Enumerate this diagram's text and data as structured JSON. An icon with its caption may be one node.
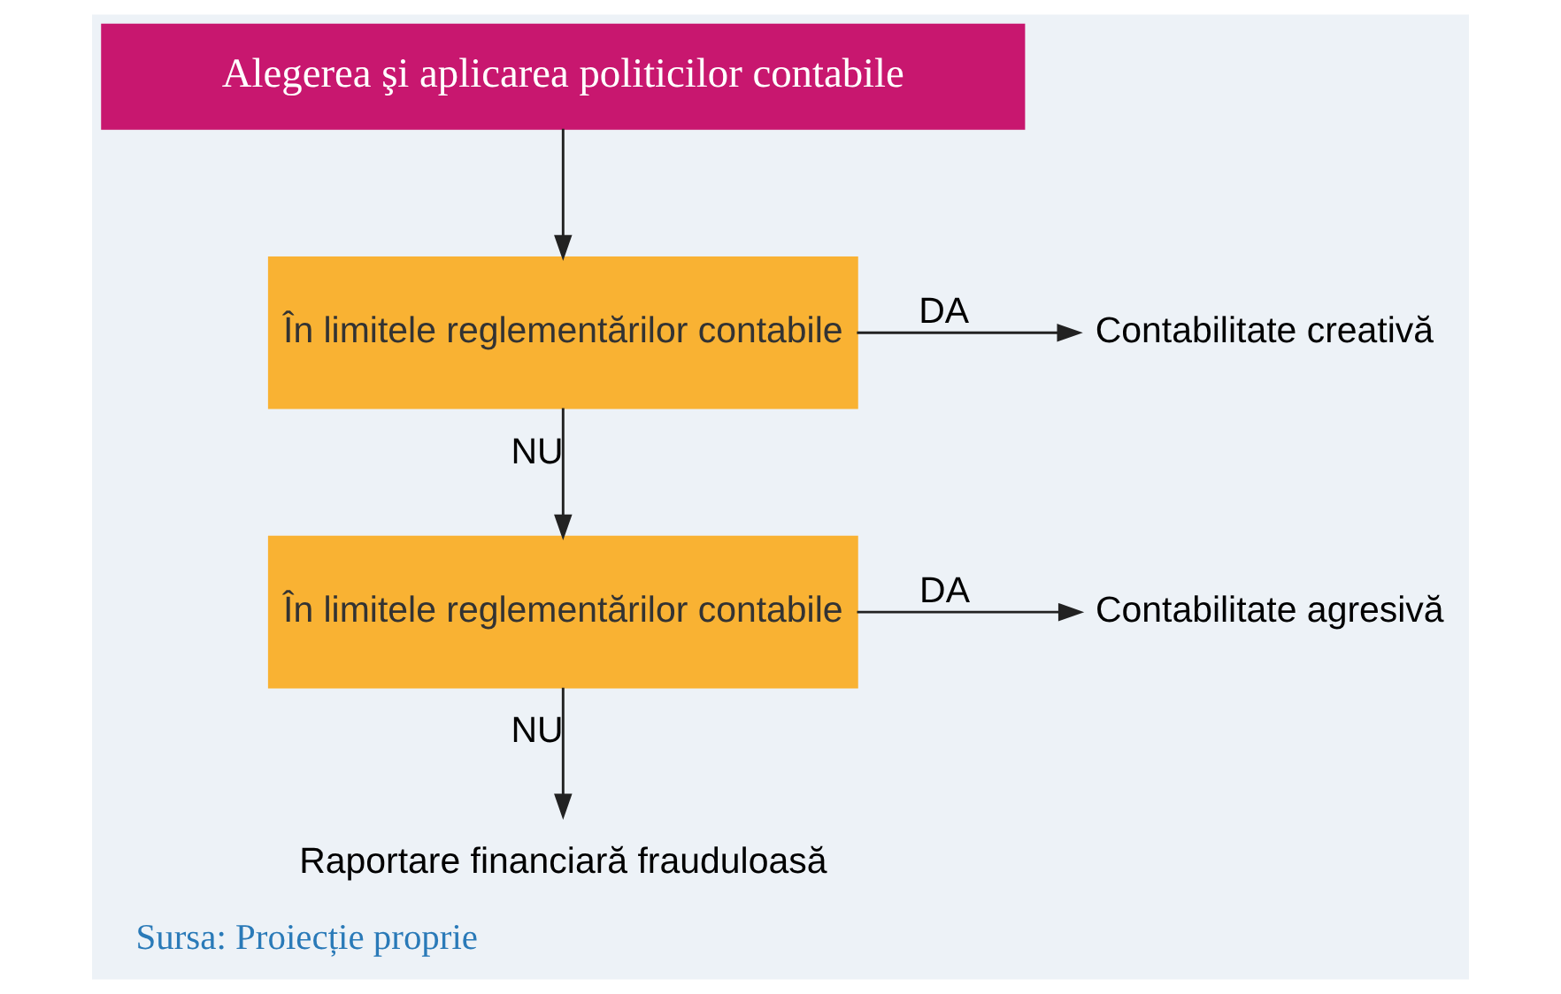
{
  "diagram": {
    "caption": "Sursa: Proiecție proprie",
    "nodes": [
      {
        "text": [
          "Alegerea şi aplicarea politicilor contabile"
        ]
      },
      {
        "text": [
          "În limitele reglementărilor contabile"
        ]
      },
      {
        "text": [
          "Contabilitate creativă"
        ]
      },
      {
        "text": [
          "În limitele reglementărilor contabile"
        ]
      },
      {
        "text": [
          "Contabilitate agresivă"
        ]
      },
      {
        "text": [
          "Raportare financiară frauduloasă"
        ]
      }
    ],
    "edges": [
      {
        "from": 0,
        "to": 1,
        "arrow": "to"
      },
      {
        "from": 1,
        "to": 2,
        "arrow": "to",
        "label": "DA"
      },
      {
        "from": 1,
        "to": 3,
        "arrow": "to",
        "label": "NU"
      },
      {
        "from": 3,
        "to": 4,
        "arrow": "to",
        "label": "DA"
      },
      {
        "from": 3,
        "to": 5,
        "arrow": "to",
        "label": "NU"
      }
    ]
  }
}
